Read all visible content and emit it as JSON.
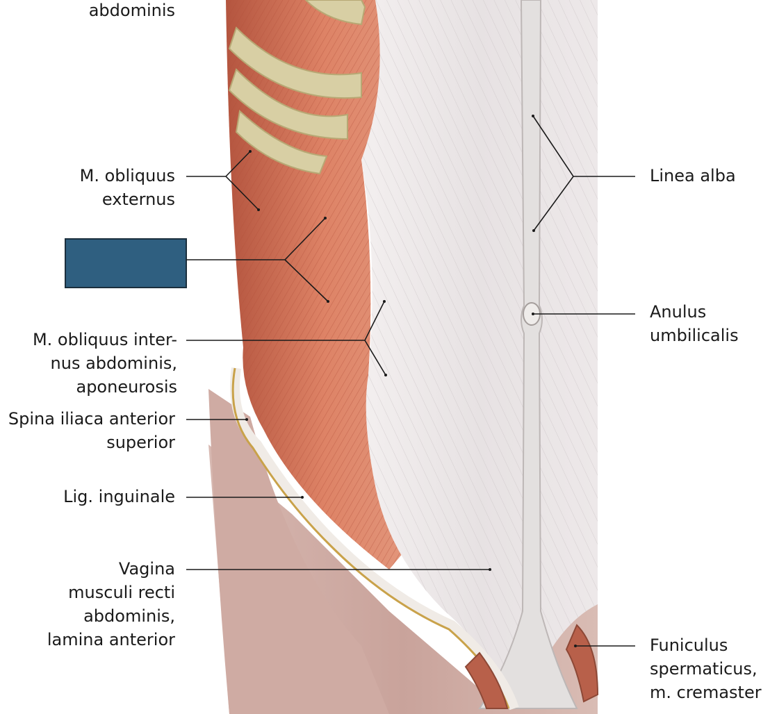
{
  "colors": {
    "muscle": "#d97a5e",
    "muscle_dark": "#b85a42",
    "aponeurosis": "#ece9ea",
    "skin": "#c9a7a0",
    "rib": "#d8cfa4",
    "mask": "#2f5f80",
    "leader": "#1a1a1a"
  },
  "labels_left": [
    {
      "id": "rectus",
      "lines": [
        "abdominis"
      ]
    },
    {
      "id": "obliquus-externus",
      "lines": [
        "M. obliquus",
        "externus"
      ]
    },
    {
      "id": "obliquus-internus",
      "lines": [
        "M. obliquus inter-",
        "nus abdominis,",
        "aponeurosis"
      ]
    },
    {
      "id": "spina",
      "lines": [
        "Spina iliaca anterior",
        "superior"
      ]
    },
    {
      "id": "inguinale",
      "lines": [
        "Lig. inguinale"
      ]
    },
    {
      "id": "vagina",
      "lines": [
        "Vagina",
        "musculi recti",
        "abdominis,",
        "lamina anterior"
      ]
    }
  ],
  "labels_right": [
    {
      "id": "linea-alba",
      "lines": [
        "Linea alba"
      ]
    },
    {
      "id": "anulus",
      "lines": [
        "Anulus",
        "umbilicalis"
      ]
    },
    {
      "id": "funiculus",
      "lines": [
        "Funiculus",
        "spermaticus,",
        "m. cremaster"
      ]
    }
  ]
}
